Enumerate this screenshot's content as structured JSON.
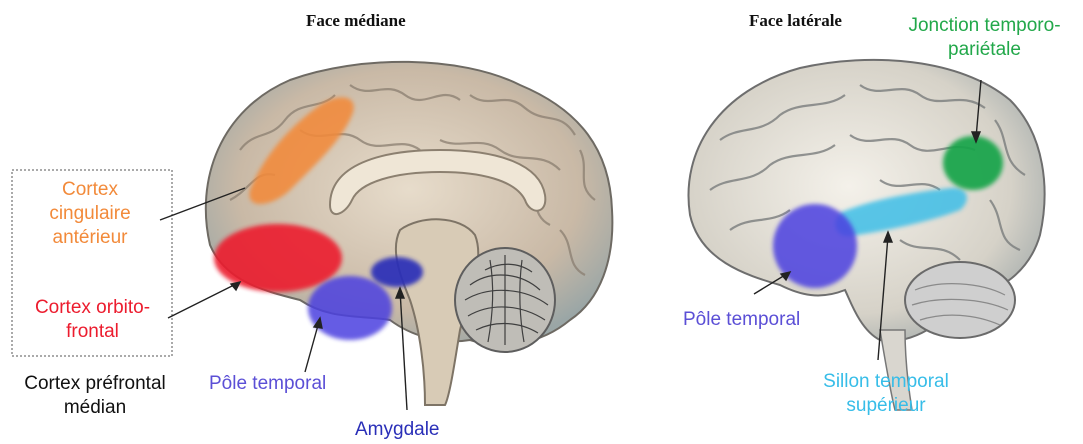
{
  "titles": {
    "median": "Face médiane",
    "lateral": "Face latérale"
  },
  "labels": {
    "acc": [
      "Cortex",
      "cingulaire",
      "antérieur"
    ],
    "ofc": [
      "Cortex orbito-",
      "frontal"
    ],
    "mpfc": [
      "Cortex préfrontal",
      "médian"
    ],
    "pole_median": "Pôle temporal",
    "amygdala": "Amygdale",
    "pole_lateral": "Pôle temporal",
    "tpj": [
      "Jonction temporo-",
      "pariétale"
    ],
    "sts": [
      "Sillon temporal",
      "supérieur"
    ]
  },
  "colors": {
    "acc": "#f28a3a",
    "ofc": "#ec1c2e",
    "pole": "#5b4fd6",
    "amygdala": "#2a2fb8",
    "tpj": "#22a84a",
    "sts": "#37bde8",
    "mpfc": "#111111"
  }
}
